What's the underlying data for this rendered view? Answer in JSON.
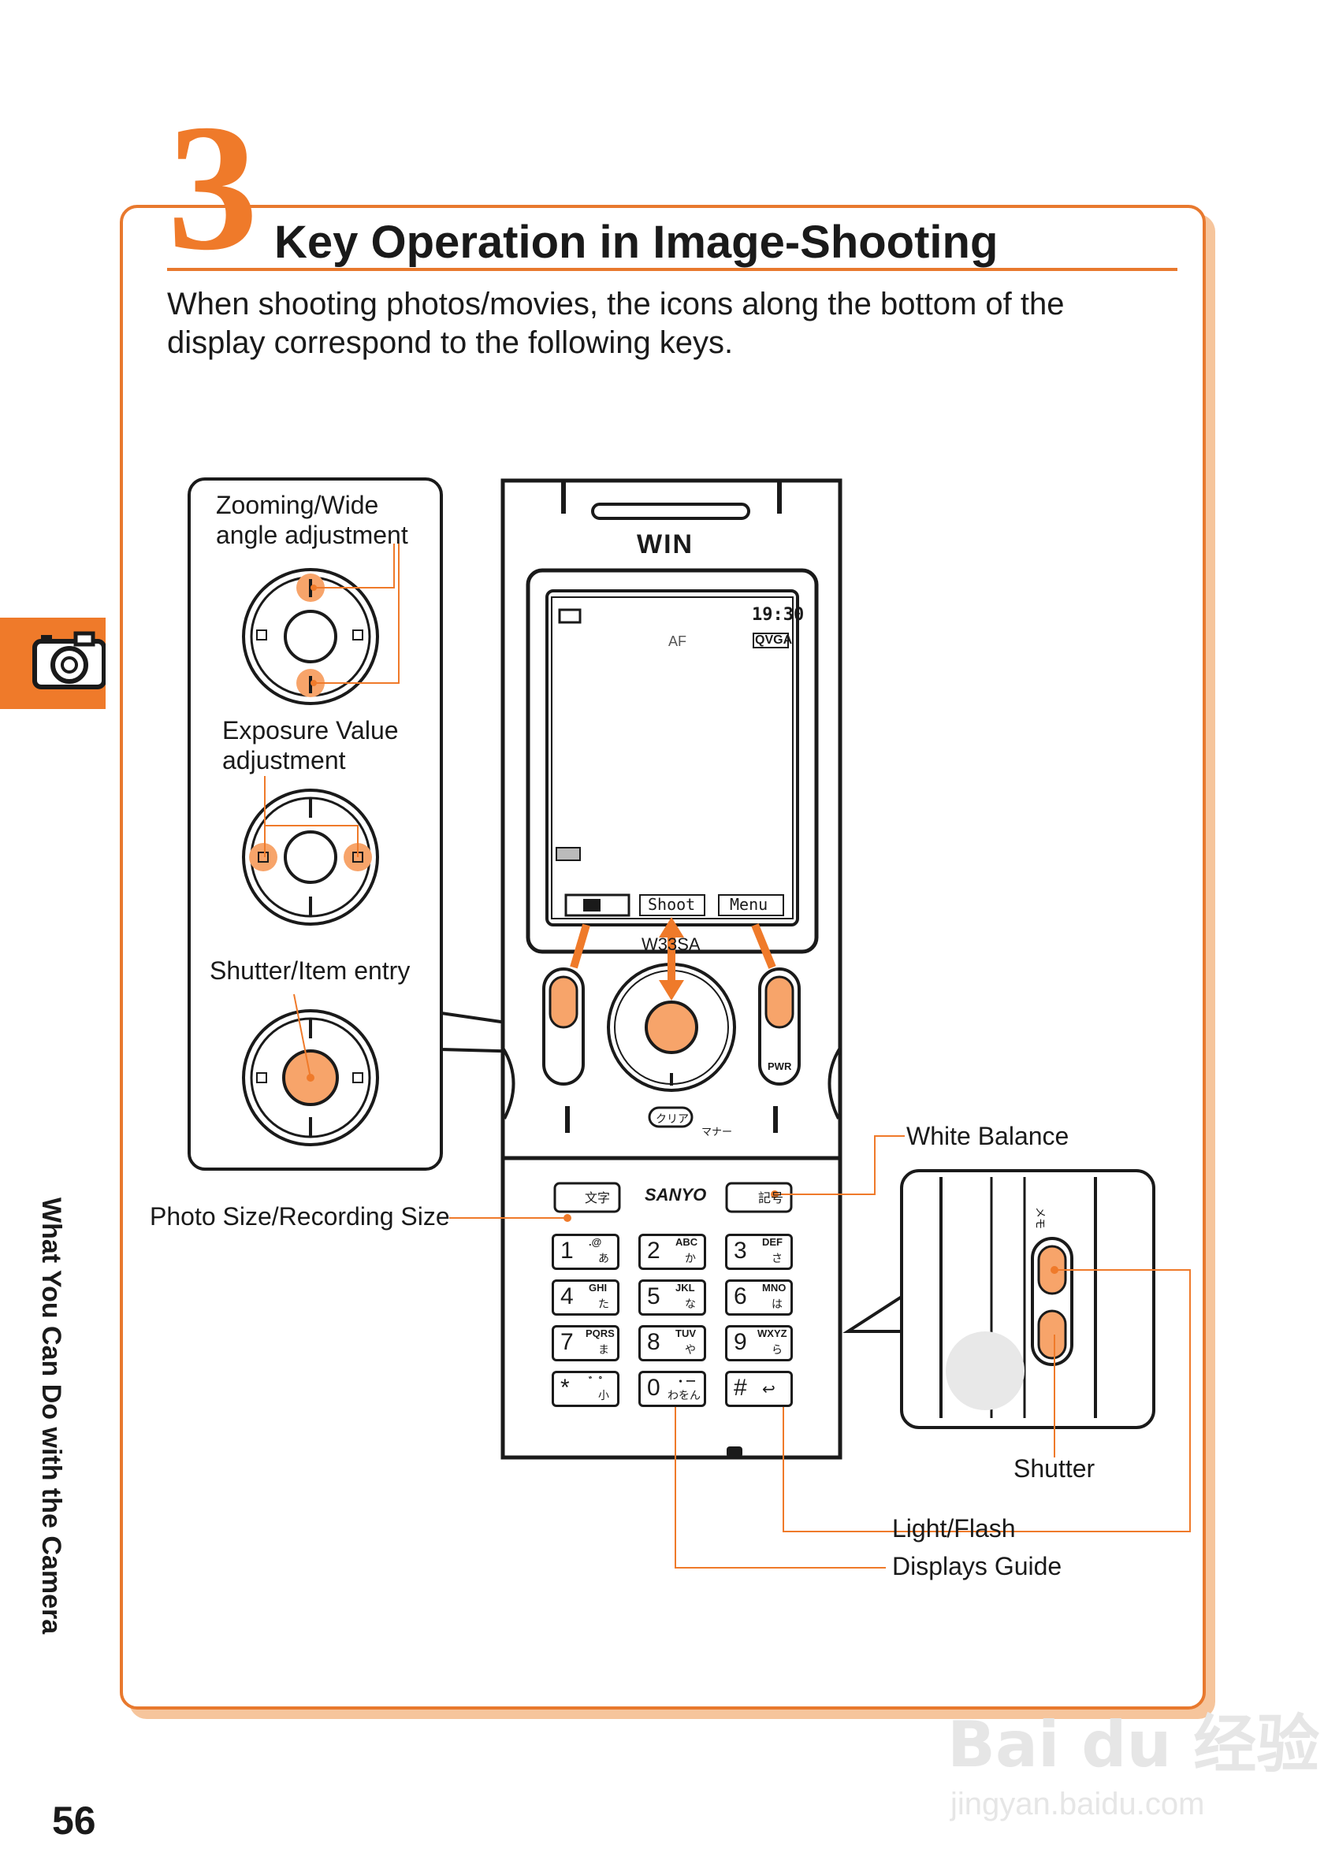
{
  "page": {
    "number": "56",
    "side_tab_text": "What You Can Do with the Camera",
    "accent_color": "#ef7a2a"
  },
  "section": {
    "number": "3",
    "title": "Key Operation in Image-Shooting",
    "intro": "When shooting photos/movies, the icons along the bottom of the display correspond to the following keys."
  },
  "callouts": {
    "zoom": "Zooming/Wide angle adjustment",
    "exposure": "Exposure Value adjustment",
    "shutter_entry": "Shutter/Item entry",
    "white_balance": "White Balance",
    "photo_size": "Photo Size/Recording Size",
    "shutter": "Shutter",
    "light_flash": "Light/Flash",
    "displays_guide": "Displays Guide"
  },
  "phone": {
    "brand_top": "WIN",
    "brand_bottom": "SANYO",
    "model": "W33SA",
    "screen_status": "19:30",
    "screen_af": "AF",
    "screen_resolution": "QVGA",
    "softkeys": [
      "Shoot",
      "Menu"
    ],
    "clear_key": "クリア",
    "manner_key": "マナー",
    "pwr_label": "PWR",
    "side_memo": "メモ",
    "left_soft": "文字",
    "right_soft": "記号",
    "keypad": [
      {
        "digit": "1",
        "sub": ".@",
        "kana": "あ"
      },
      {
        "digit": "2",
        "sub": "ABC",
        "kana": "か"
      },
      {
        "digit": "3",
        "sub": "DEF",
        "kana": "さ"
      },
      {
        "digit": "4",
        "sub": "GHI",
        "kana": "た"
      },
      {
        "digit": "5",
        "sub": "JKL",
        "kana": "な"
      },
      {
        "digit": "6",
        "sub": "MNO",
        "kana": "は"
      },
      {
        "digit": "7",
        "sub": "PQRS",
        "kana": "ま"
      },
      {
        "digit": "8",
        "sub": "TUV",
        "kana": "や"
      },
      {
        "digit": "9",
        "sub": "WXYZ",
        "kana": "ら"
      },
      {
        "digit": "*",
        "sub": "゛゜",
        "kana": "小"
      },
      {
        "digit": "0",
        "sub": "・ー",
        "kana": "わをん"
      },
      {
        "digit": "#",
        "sub": "",
        "kana": ""
      }
    ]
  },
  "watermark": {
    "text": "Bai du 经验",
    "url": "jingyan.baidu.com"
  }
}
